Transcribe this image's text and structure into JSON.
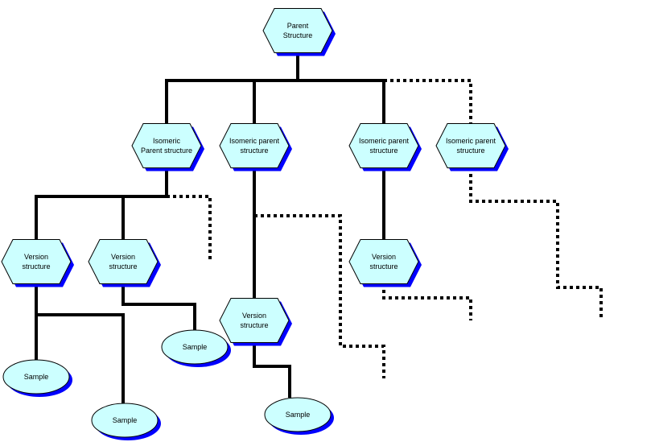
{
  "colors": {
    "node_fill": "#ccffff",
    "node_stroke": "#000000",
    "node_shadow": "#0000ff",
    "line": "#000000",
    "background": "#ffffff"
  },
  "nodes": [
    {
      "id": "parent",
      "shape": "hexagon",
      "lines": [
        "Parent",
        "Structure"
      ]
    },
    {
      "id": "iso1",
      "shape": "hexagon",
      "lines": [
        "Isomeric",
        "Parent structure"
      ]
    },
    {
      "id": "iso2",
      "shape": "hexagon",
      "lines": [
        "Isomeric parent",
        "structure"
      ]
    },
    {
      "id": "iso3",
      "shape": "hexagon",
      "lines": [
        "Isomeric parent",
        "structure"
      ]
    },
    {
      "id": "iso4",
      "shape": "hexagon",
      "lines": [
        "Isomeric parent",
        "structure"
      ]
    },
    {
      "id": "ver1",
      "shape": "hexagon",
      "lines": [
        "Version",
        "structure"
      ]
    },
    {
      "id": "ver2",
      "shape": "hexagon",
      "lines": [
        "Version",
        "structure"
      ]
    },
    {
      "id": "ver3",
      "shape": "hexagon",
      "lines": [
        "Version",
        "structure"
      ]
    },
    {
      "id": "ver4",
      "shape": "hexagon",
      "lines": [
        "Version",
        "structure"
      ]
    },
    {
      "id": "sample1",
      "shape": "ellipse",
      "lines": [
        "Sample"
      ]
    },
    {
      "id": "sample2",
      "shape": "ellipse",
      "lines": [
        "Sample"
      ]
    },
    {
      "id": "sample3",
      "shape": "ellipse",
      "lines": [
        "Sample"
      ]
    },
    {
      "id": "sample4",
      "shape": "ellipse",
      "lines": [
        "Sample"
      ]
    }
  ],
  "connectors": [
    {
      "from": "parent",
      "to": "iso1",
      "style": "solid"
    },
    {
      "from": "parent",
      "to": "iso2",
      "style": "solid"
    },
    {
      "from": "parent",
      "to": "iso3",
      "style": "solid"
    },
    {
      "from": "parent",
      "to": "iso4",
      "style": "dotted"
    },
    {
      "from": "iso1",
      "to": "ver1",
      "style": "solid"
    },
    {
      "from": "iso1",
      "to": "ver2",
      "style": "solid"
    },
    {
      "from": "iso1",
      "to": null,
      "style": "dotted"
    },
    {
      "from": "iso2",
      "to": "ver3",
      "style": "solid"
    },
    {
      "from": "iso2",
      "to": null,
      "style": "dotted"
    },
    {
      "from": "iso3",
      "to": "ver4",
      "style": "solid"
    },
    {
      "from": "iso4",
      "to": null,
      "style": "dotted"
    },
    {
      "from": "ver1",
      "to": "sample1",
      "style": "solid"
    },
    {
      "from": "ver1",
      "to": "sample2",
      "style": "solid"
    },
    {
      "from": "ver2",
      "to": "sample3",
      "style": "solid"
    },
    {
      "from": "ver3",
      "to": "sample4",
      "style": "solid"
    },
    {
      "from": "ver4",
      "to": null,
      "style": "dotted"
    }
  ]
}
